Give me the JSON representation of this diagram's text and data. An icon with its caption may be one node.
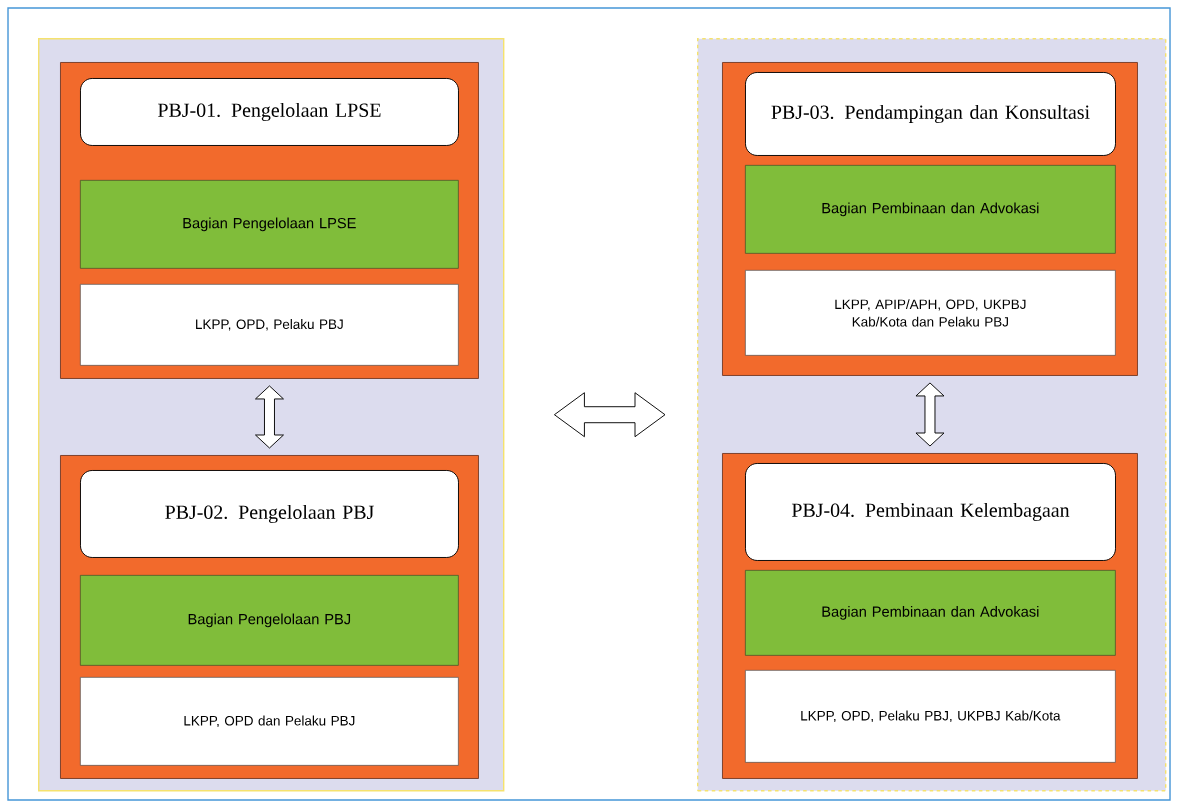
{
  "diagram": {
    "nodes": [
      {
        "text": [],
        "shape": "box"
      },
      {
        "text": [],
        "shape": "box",
        "in": 0
      },
      {
        "text": [
          "PBJ-01. Pengelolaan LPSE"
        ],
        "in": 1
      },
      {
        "text": [
          "Bagian Pengelolaan LPSE"
        ],
        "in": 1
      },
      {
        "text": [
          "LKPP, OPD, Pelaku PBJ"
        ],
        "in": 1
      },
      {
        "text": [],
        "shape": "box",
        "in": 0
      },
      {
        "text": [
          "PBJ-02. Pengelolaan PBJ"
        ],
        "in": 5
      },
      {
        "text": [
          "Bagian Pengelolaan PBJ"
        ],
        "in": 5
      },
      {
        "text": [
          "LKPP, OPD dan Pelaku PBJ"
        ],
        "in": 5
      },
      {
        "text": [],
        "shape": "box"
      },
      {
        "text": [],
        "shape": "box",
        "in": 9
      },
      {
        "text": [
          "PBJ-03. Pendampingan dan Konsultasi"
        ],
        "in": 10
      },
      {
        "text": [
          "Bagian Pembinaan dan Advokasi"
        ],
        "in": 10
      },
      {
        "text": [
          "LKPP, APIP/APH, OPD, UKPBJ Kab/Kota dan Pelaku PBJ"
        ],
        "in": 10
      },
      {
        "text": [],
        "shape": "box",
        "in": 9
      },
      {
        "text": [
          "PBJ-04. Pembinaan Kelembagaan"
        ],
        "in": 14
      },
      {
        "text": [
          "Bagian Pembinaan dan Advokasi"
        ],
        "in": 14
      },
      {
        "text": [
          "LKPP, OPD, Pelaku PBJ, UKPBJ Kab/Kota"
        ],
        "in": 14
      }
    ],
    "edges": [
      {
        "from": 1,
        "to": 5,
        "arrow": "both"
      },
      {
        "from": 0,
        "to": 9,
        "arrow": "both"
      },
      {
        "from": 10,
        "to": 14,
        "arrow": "both"
      }
    ]
  }
}
